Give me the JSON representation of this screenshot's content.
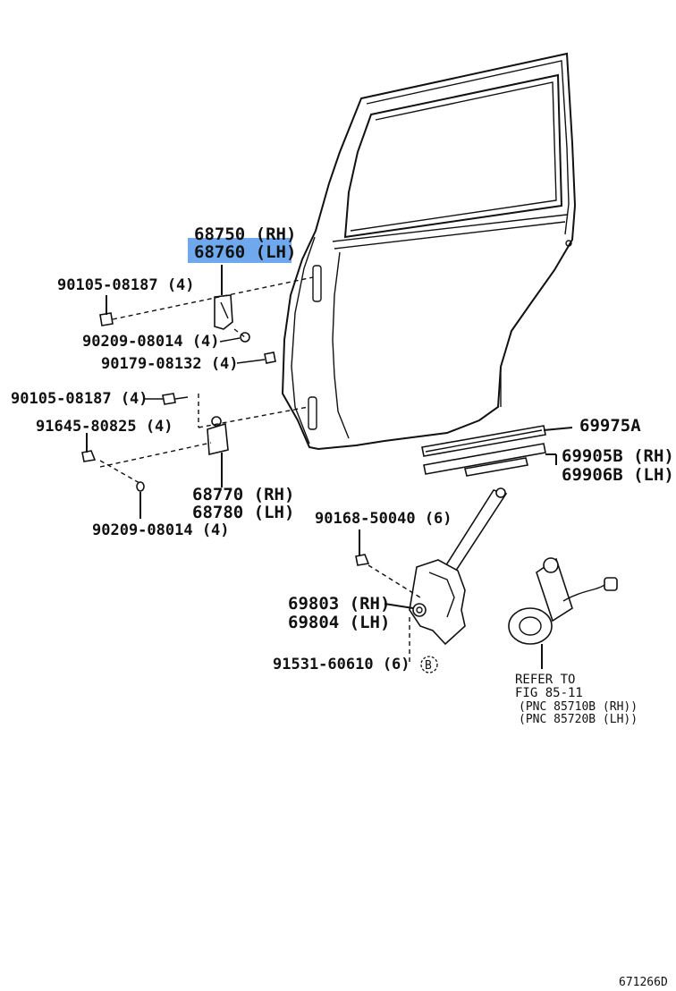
{
  "labels": {
    "hinge_upper_rh": "68750 (RH)",
    "hinge_upper_lh": "68760 (LH)",
    "bolt_upper": "90105-08187 (4)",
    "nut_upper": "90209-08014 (4)",
    "bolt_90179": "90179-08132 (4)",
    "bolt_lower": "90105-08187 (4)",
    "bolt_91645": "91645-80825 (4)",
    "hinge_lower_rh": "68770 (RH)",
    "hinge_lower_lh": "68780 (LH)",
    "nut_lower": "90209-08014 (4)",
    "weatherstrip": "69975A",
    "weatherstrip_rh": "69905B (RH)",
    "weatherstrip_lh": "69906B (LH)",
    "bolt_90168": "90168-50040 (6)",
    "regulator_rh": "69803 (RH)",
    "regulator_lh": "69804 (LH)",
    "bolt_91531": "91531-60610 (6)",
    "ref_circle": "B",
    "refer_line1": "REFER TO",
    "refer_line2": "FIG 85-11",
    "refer_line3": "(PNC 85710B (RH))",
    "refer_line4": "(PNC 85720B (LH))",
    "figure_id": "671266D"
  },
  "colors": {
    "highlight": "#6fa8ec",
    "ink": "#111111"
  }
}
